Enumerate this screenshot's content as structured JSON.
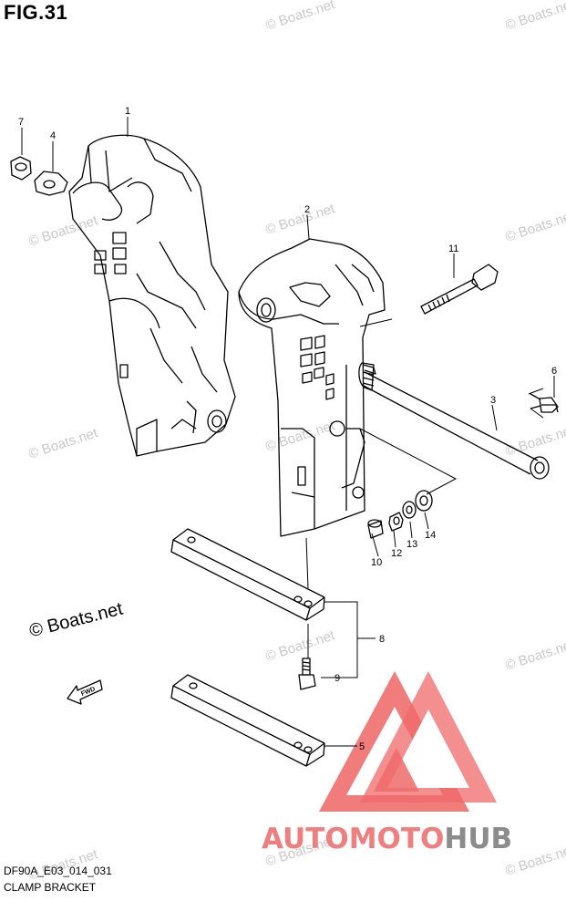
{
  "figure": {
    "title": "FIG.31",
    "model_code": "DF90A_E03_014_031",
    "caption": "CLAMP BRACKET"
  },
  "copyright": "© Boats.net",
  "watermark_text": "© Boats.net",
  "fwd_label": "FWD",
  "brand": {
    "part1": "AUTOMOTO",
    "part2": "HUB",
    "colors": {
      "accent": "#ef7f7f",
      "secondary": "#8c8c8c"
    }
  },
  "callouts": [
    "1",
    "2",
    "3",
    "4",
    "5",
    "6",
    "7",
    "8",
    "9",
    "10",
    "11",
    "12",
    "13",
    "14"
  ],
  "colors": {
    "line": "#000000",
    "watermark": "#c9c9c9"
  }
}
